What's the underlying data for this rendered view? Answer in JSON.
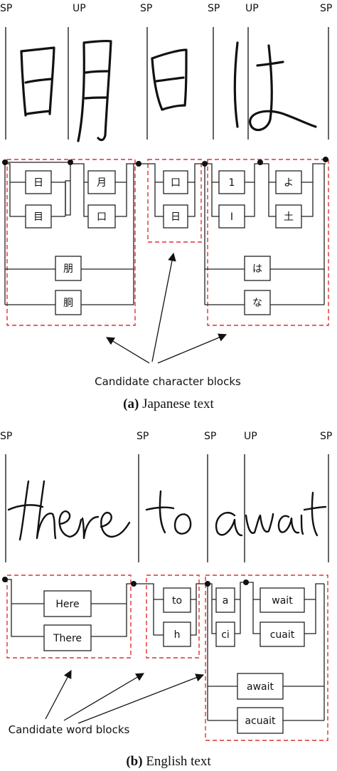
{
  "japanese": {
    "seg_labels": [
      "SP",
      "UP",
      "SP",
      "SP",
      "UP",
      "SP"
    ],
    "blocks": [
      {
        "pairs": [
          [
            "日",
            "目"
          ],
          [
            "月",
            "口"
          ]
        ],
        "whole": [
          "朋",
          "胴"
        ]
      },
      {
        "pairs": [
          [
            "口",
            "日"
          ]
        ],
        "whole": []
      },
      {
        "pairs": [
          [
            "1",
            "I"
          ],
          [
            "よ",
            "土"
          ]
        ],
        "whole": [
          "は",
          "な"
        ]
      }
    ],
    "annotation": "Candidate character blocks",
    "caption_letter": "(a)",
    "caption_text": "Japanese text"
  },
  "english": {
    "seg_labels": [
      "SP",
      "SP",
      "SP",
      "UP",
      "SP"
    ],
    "blocks": [
      {
        "alts": [
          "Here",
          "There"
        ]
      },
      {
        "alts": [
          "to",
          "h"
        ]
      },
      {
        "pairs": [
          [
            "a",
            "ci"
          ],
          [
            "wait",
            "cuait"
          ]
        ],
        "whole": [
          "await",
          "acuait"
        ]
      }
    ],
    "annotation": "Candidate word blocks",
    "caption_letter": "(b)",
    "caption_text": "English text"
  },
  "colors": {
    "ink": "#111111",
    "dashed_frame": "#e03030"
  }
}
